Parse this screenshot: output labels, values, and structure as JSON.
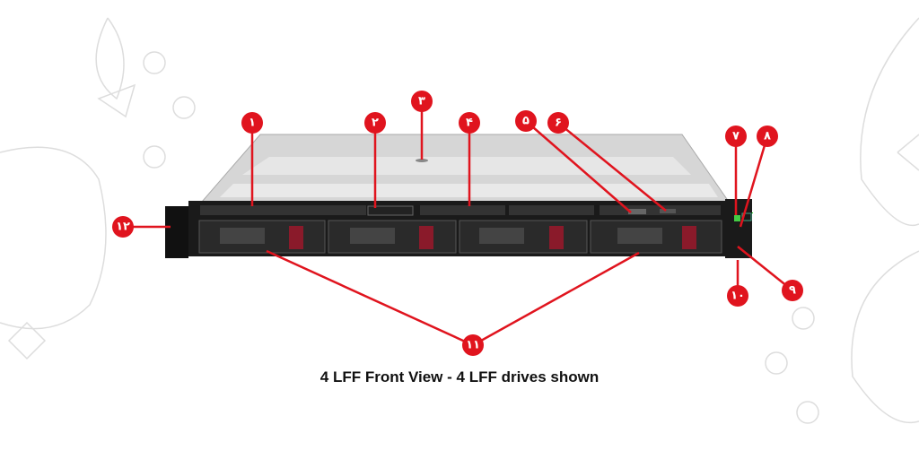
{
  "caption": "4 LFF Front View - 4 LFF drives shown",
  "callouts": [
    "۱",
    "۲",
    "۳",
    "۴",
    "۵",
    "۶",
    "۷",
    "۸",
    "۹",
    "۱۰",
    "۱۱",
    "۱۲"
  ],
  "colors": {
    "callout": "#e0141e",
    "chassis": "#1a1a1a",
    "drive_latch": "#8a1a2a"
  }
}
